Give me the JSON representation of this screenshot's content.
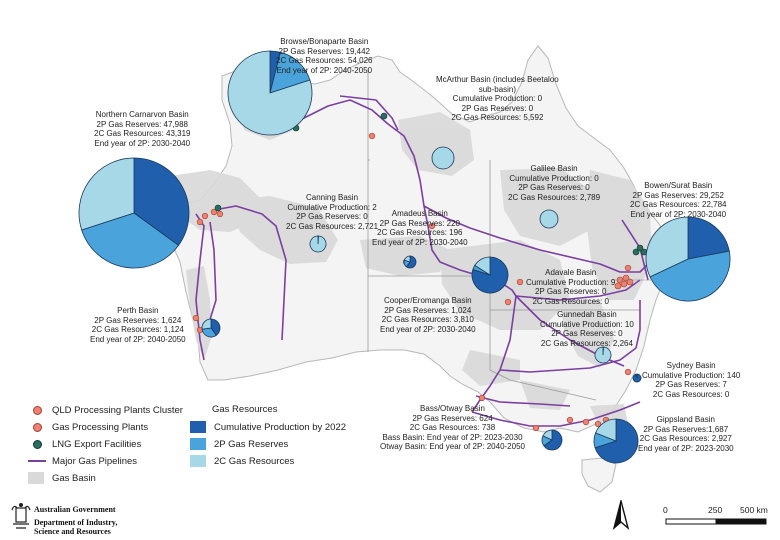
{
  "colors": {
    "cumulative": "#1f5fab",
    "reserves_2p": "#4aa3da",
    "resources_2c": "#a7d8e8",
    "basin": "#d9d9d9",
    "pipeline": "#7b3fa0",
    "processing": "#f08070",
    "lng": "#2a6e60"
  },
  "basins": {
    "browse": {
      "l1": "Browse/Bonaparte Basin",
      "l2": "2P Gas Reserves: 19,442",
      "l3": "2C Gas Resources: 54,026",
      "l4": "End year of 2P: 2040-2050"
    },
    "mcarthur": {
      "l1": "McArthur Basin (includes Beetaloo",
      "l2": "sub-basin)",
      "l3": "Cumulative Production: 0",
      "l4": "2P Gas Reserves: 0",
      "l5": "2C Gas Resources: 5,592"
    },
    "carnarvon": {
      "l1": "Northern Carnarvon Basin",
      "l2": "2P Gas Reserves: 47,988",
      "l3": "2C Gas Resources: 43,319",
      "l4": "End year of 2P: 2030-2040"
    },
    "canning": {
      "l1": "Canning Basin",
      "l2": "Cumulative Production: 2",
      "l3": "2P Gas Reserves: 0",
      "l4": "2C Gas Resources: 2,721"
    },
    "galilee": {
      "l1": "Galilee Basin",
      "l2": "Cumulative Production: 0",
      "l3": "2P Gas Reserves: 0",
      "l4": "2C Gas Resources: 2,789"
    },
    "bowen": {
      "l1": "Bowen/Surat Basin",
      "l2": "2P Gas Reserves: 29,252",
      "l3": "2C Gas Resources: 22,784",
      "l4": "End year of 2P: 2030-2040"
    },
    "amadeus": {
      "l1": "Amadeus Basin",
      "l2": "2P Gas Reserves: 220",
      "l3": "2C Gas Resources: 196",
      "l4": "End year of 2P: 2030-2040"
    },
    "adavale": {
      "l1": "Adavale Basin",
      "l2": "Cumulative Production: 9",
      "l3": "2P Gas Reserves: 0",
      "l4": "2C Gas Resources: 0"
    },
    "perth": {
      "l1": "Perth Basin",
      "l2": "2P Gas Reserves: 1,624",
      "l3": "2C Gas Resources: 1,124",
      "l4": "End year of 2P: 2040-2050"
    },
    "cooper": {
      "l1": "Cooper/Eromanga Basin",
      "l2": "2P Gas Reserves: 1,024",
      "l3": "2C Gas Resources: 3,810",
      "l4": "End year of 2P: 2030-2040"
    },
    "gunnedah": {
      "l1": "Gunnedah Basin",
      "l2": "Cumulative Production: 10",
      "l3": "2P Gas Reserves: 0",
      "l4": "2C Gas Resources: 2,264"
    },
    "sydney": {
      "l1": "Sydney Basin",
      "l2": "Cumulative Production: 140",
      "l3": "2P Gas Reserves: 7",
      "l4": "2C Gas Resources: 0"
    },
    "bass": {
      "l1": "Bass/Otway Basin",
      "l2": "2P Gas Reserves: 624",
      "l3": "2C Gas Resources: 738",
      "l4": "Bass Basin: End year of 2P: 2023-2030",
      "l5": "Otway Basin: End year of 2P: 2040-2050"
    },
    "gippsland": {
      "l1": "Gippsland Basin",
      "l2": "2P Gas Reserves:1,687",
      "l3": "2C Gas Resources: 2,927",
      "l4": "End year of 2P: 2023-2030"
    }
  },
  "legend": {
    "qld_cluster": "QLD Processing Plants Cluster",
    "processing": "Gas Processing Plants",
    "lng": "LNG Export Facilities",
    "pipelines": "Major Gas Pipelines",
    "basin": "Gas Basin",
    "resources_title": "Gas Resources",
    "cumulative": "Cumulative Production by 2022",
    "reserves_2p": "2P Gas Reserves",
    "resources_2c": "2C Gas Resources"
  },
  "footer": {
    "gov_line1": "Australian Government",
    "gov_line2": "Department of Industry,",
    "gov_line3": "Science and Resources",
    "north_icon": "north-arrow-icon",
    "scale_0": "0",
    "scale_250": "250",
    "scale_500": "500 km"
  },
  "pies": [
    {
      "name": "carnarvon",
      "cumulative": 35,
      "reserves_2p": 35,
      "resources_2c": 30
    },
    {
      "name": "browse",
      "cumulative": 4,
      "reserves_2p": 16,
      "resources_2c": 80
    },
    {
      "name": "bowen",
      "cumulative": 22,
      "reserves_2p": 46,
      "resources_2c": 32
    },
    {
      "name": "gippsland",
      "cumulative": 70,
      "reserves_2p": 11,
      "resources_2c": 19
    },
    {
      "name": "cooper",
      "cumulative": 80,
      "reserves_2p": 4,
      "resources_2c": 16
    },
    {
      "name": "bass",
      "cumulative": 65,
      "reserves_2p": 17,
      "resources_2c": 18
    },
    {
      "name": "perth",
      "cumulative": 40,
      "reserves_2p": 33,
      "resources_2c": 27
    },
    {
      "name": "amadeus",
      "cumulative": 60,
      "reserves_2p": 20,
      "resources_2c": 20
    },
    {
      "name": "canning",
      "cumulative": 1,
      "reserves_2p": 0,
      "resources_2c": 99
    },
    {
      "name": "mcarthur",
      "cumulative": 0,
      "reserves_2p": 0,
      "resources_2c": 100
    },
    {
      "name": "galilee",
      "cumulative": 0,
      "reserves_2p": 0,
      "resources_2c": 100
    },
    {
      "name": "gunnedah",
      "cumulative": 1,
      "reserves_2p": 0,
      "resources_2c": 99
    },
    {
      "name": "sydney",
      "cumulative": 95,
      "reserves_2p": 5,
      "resources_2c": 0
    }
  ]
}
